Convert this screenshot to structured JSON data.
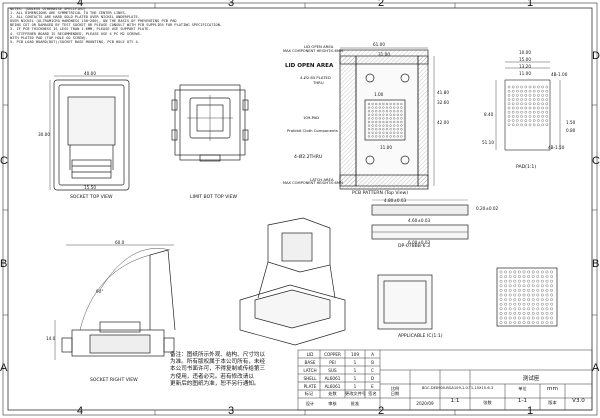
{
  "border": {
    "cols_top": [
      "4",
      "3",
      "2",
      "1"
    ],
    "cols_bottom": [
      "4",
      "3",
      "2",
      "1"
    ],
    "rows_left": [
      "D",
      "C",
      "B",
      "A"
    ],
    "rows_right": [
      "D",
      "C",
      "B",
      "A"
    ]
  },
  "notes": [
    "NOTES: (UNLESS OTHERWISE SPECIFIED)",
    "1. ALL DIMENSIONS ARE SYMMETRICAL TO THE CENTER LINES.",
    "2. ALL CONTACTS ARE HARD GOLD PLATED OVER NICKEL UNDERPLATE.",
    "   OVER NICKEL (ULTRAMICRO HARDNESS 150~200), ON THE BASIS OF PREVENTING PCB PAD",
    "   BEING CUT OR DAMAGED BY TEST SOCKET OR PLEASE CONSULT WITH PCB SUPPLIER FOR PLATING SPECIFICATION.",
    "3. IF PCB THICKNESS IS LESS THAN 1.6MM, PLEASE USE SUPPORT PLATE.",
    "4. STIFFENER BOARD IS RECOMMENDED, PLEASE USE 4 PC M2 SCREWS.",
    "   WITH PLATED PAD (TOP HOLE GO SCREW).",
    "5. PCB LOAD BOARD(DUT)/SOCKET BASE MOUNTING, PCB HOLE QTY 4."
  ],
  "views": {
    "top": "SOCKET TOP VIEW",
    "limit_bot": "LIMIT BOT TOP VIEW",
    "pcb": "PCB PATTERN (Top View)",
    "right": "SOCKET RIGHT VIEW",
    "dp": "DP-078BB-6.3",
    "applicable": "APPLICABLE IC(1:1)"
  },
  "pcb_labels": {
    "lid_open_area_small": "LID OPEN AREA",
    "max_comp_top": "MAX COMPONENT HEIGHT:0.6MM",
    "lid_open_area": "LID OPEN AREA",
    "plated": "4-Ø2.85 PLATED",
    "thru": "THRU",
    "pins": "109-PAD",
    "prohibit": "Prohibit Cloth Components",
    "holes": "4-Ø2.2THRU",
    "latch": "LATCH AREA",
    "max_comp_bot": "MAX COMPONENT HEIGHT:0.6MM"
  },
  "pad_labels": {
    "pad": "PAD(1:1)",
    "d1": "10.00",
    "d2": "15.00",
    "d3": "13.20",
    "d4": "11.00",
    "d5": "8.40",
    "d6": "4B-1.00",
    "d7": "1.50",
    "d8": "0.80",
    "d9": "4B-1.50",
    "d10": "51.10"
  },
  "top_dims": {
    "w": "40.00",
    "side": "15.50",
    "h": "30.00"
  },
  "pcb_dims": {
    "w1": "61.00",
    "w2": "31.00",
    "r1": "41.80",
    "r2": "32.60",
    "h": "42.00",
    "mid": "11.00",
    "ball": "1.00"
  },
  "right_dims": {
    "w": "60.0",
    "h": "14.0",
    "angle": "90°"
  },
  "dp_dims": {
    "a": "4.80±0.03",
    "b": "4.60±0.03",
    "c": "0.20±0.02",
    "d": "6.00±0.03"
  },
  "chinese_note": [
    "备注：图纸所示外观、结构、尺寸均以",
    "为准。所有版权属于本公司所有，未经",
    "本公司书面许可，不得复制或传给第三",
    "方使用，违者必究。若有修改请以",
    "更新后的图纸为准，恕不另行通知。"
  ],
  "title_block": {
    "mat_rows": [
      {
        "part": "LID",
        "material": "COPPER",
        "qty": "109",
        "rev": "A"
      },
      {
        "part": "BASE",
        "material": "PEI",
        "qty": "1",
        "rev": "B"
      },
      {
        "part": "LATCH",
        "material": "SUS",
        "qty": "1",
        "rev": "C"
      },
      {
        "part": "SHELL",
        "material": "AL6061",
        "qty": "1",
        "rev": "D"
      },
      {
        "part": "PLATE",
        "material": "AL6061",
        "qty": "1",
        "rev": "E"
      }
    ],
    "headers": [
      "标记",
      "处数",
      "更改文件号",
      "签名",
      "日期"
    ],
    "designer": "设计",
    "checker": "审核",
    "approver": "批准",
    "date": "2020/09",
    "product": "测试座",
    "drawing_no": "BGC-DE8900-BGA109-1.0-T1-15X15-6.3",
    "scale_label": "比例",
    "scale": "1:1",
    "sheet_label": "张数",
    "sheet": "1-1",
    "unit_label": "单位",
    "unit": "mm",
    "version_label": "版本",
    "version": "V3.0"
  }
}
